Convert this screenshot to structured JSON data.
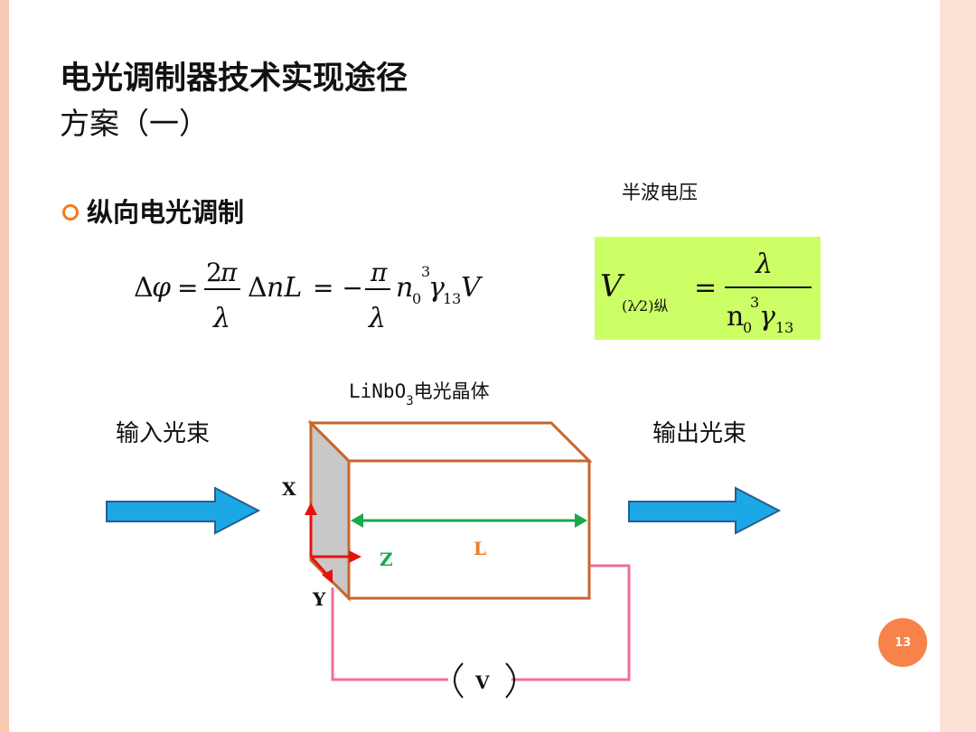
{
  "slide": {
    "title_line1": "电光调制器技术实现途径",
    "title_line2": "方案（一）",
    "bullet": "纵向电光调制",
    "halfwave_label": "半波电压",
    "page_number": "13"
  },
  "diagram": {
    "crystal_label_main": "LiNbO",
    "crystal_label_sub": "3",
    "crystal_label_suffix": "电光晶体",
    "input_label": "输入光束",
    "output_label": "输出光束",
    "axis_x": "X",
    "axis_y": "Y",
    "axis_z": "Z",
    "length_label": "L",
    "voltage_label": "V"
  },
  "colors": {
    "accent": "#f47b20",
    "arrow_fill": "#1ca8e6",
    "crystal_edge": "#c9652c",
    "length_arrow": "#1aa84a",
    "wire": "#ee6f9c",
    "axis": "#e8120c",
    "formula_bg": "#ccff66"
  }
}
